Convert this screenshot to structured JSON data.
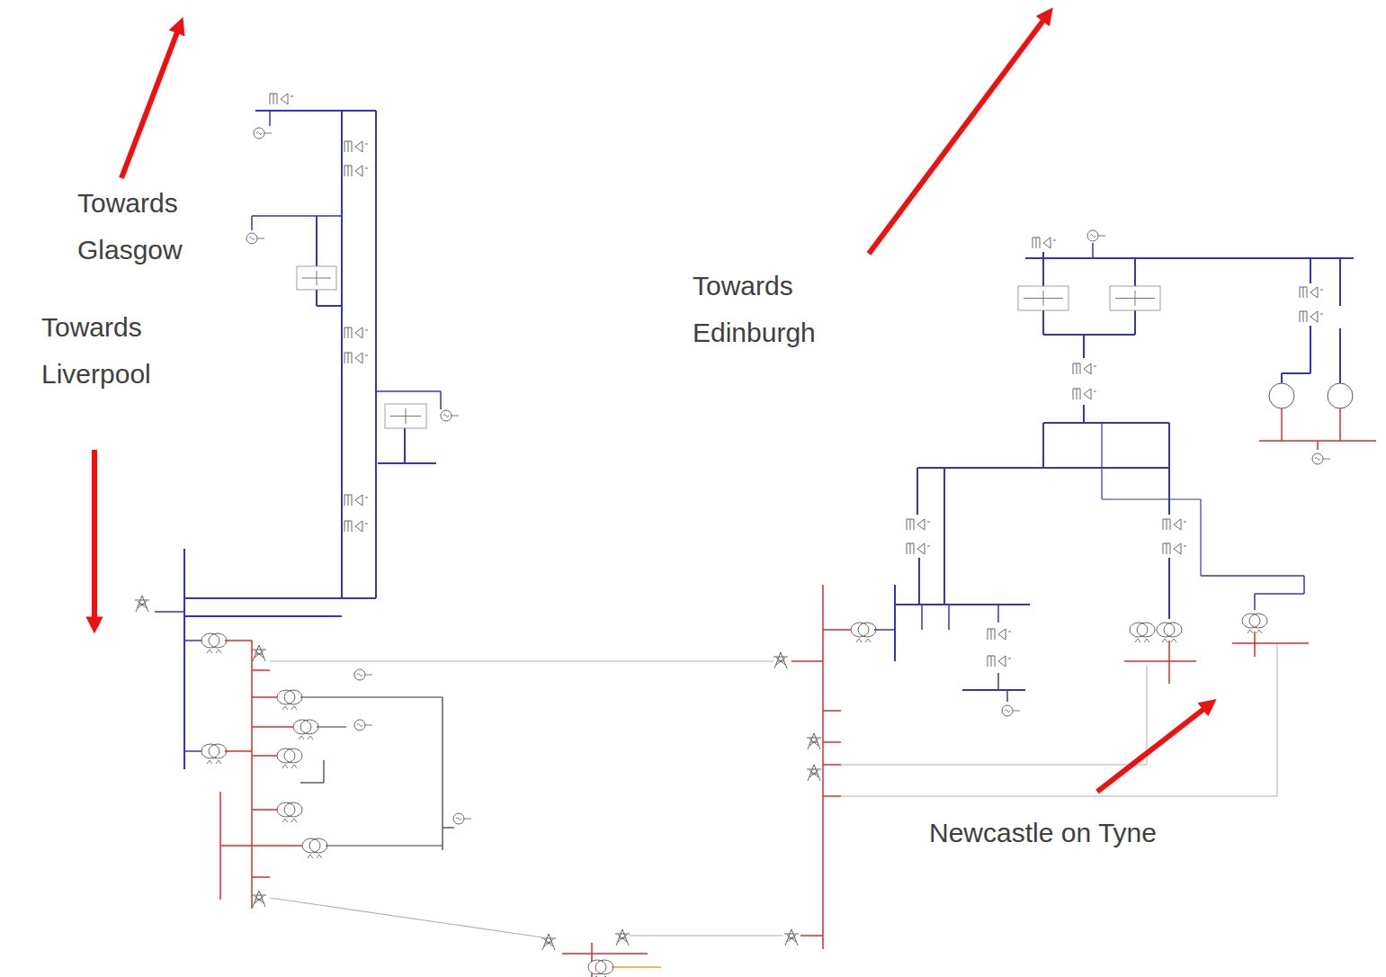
{
  "diagram": {
    "labels": [
      "Towards Glasgow",
      "Towards Edinburgh",
      "Towards Liverpool",
      "Newcastle on Tyne"
    ]
  }
}
